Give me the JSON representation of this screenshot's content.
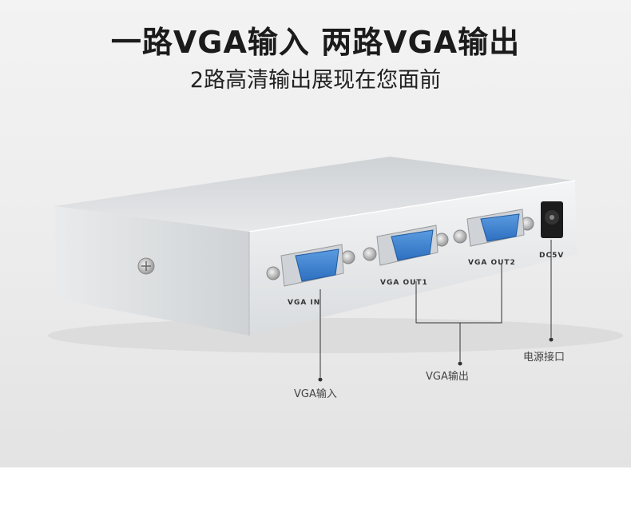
{
  "headline": "一路VGA输入 两路VGA输出",
  "subline": "2路高清输出展现在您面前",
  "ports": {
    "vga_in": "VGA IN",
    "vga_out1": "VGA OUT1",
    "vga_out2": "VGA OUT2",
    "dc": "DC5V"
  },
  "callouts": {
    "vga_input": "VGA输入",
    "vga_output": "VGA输出",
    "power_port": "电源接口"
  },
  "colors": {
    "vga_port_blue": "#3a7fd0",
    "casing_silver": "#d8dbde",
    "background": "#ededed"
  }
}
